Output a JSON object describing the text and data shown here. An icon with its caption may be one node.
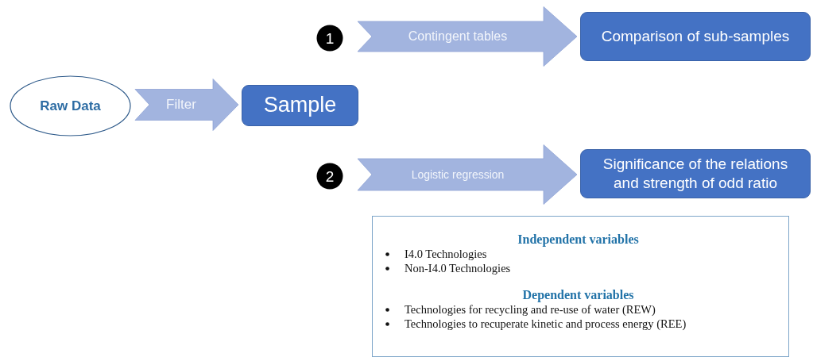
{
  "diagram": {
    "nodes": [
      {
        "text": [
          "Raw Data"
        ]
      },
      {
        "text": [
          "Sample"
        ]
      },
      {
        "text": [
          "Comparison of sub-samples"
        ]
      },
      {
        "text": [
          "Significance of the relations and strength of odd ratio"
        ]
      },
      {
        "text": [
          "Independent variables",
          "I4.0 Technologies",
          "Non-I4.0 Technologies",
          "Dependent variables",
          "Technologies for recycling and re-use of water (REW)",
          "Technologies to recuperate kinetic and process energy (REE)"
        ]
      }
    ],
    "edges": [
      {
        "from": 0,
        "to": 1,
        "arrow": "to",
        "label": "Filter"
      },
      {
        "from": null,
        "to": 2,
        "arrow": "to",
        "label": "Contingent tables"
      },
      {
        "from": null,
        "to": 3,
        "arrow": "to",
        "label": "Logistic regression"
      }
    ],
    "labels": [
      "1",
      "2"
    ]
  }
}
